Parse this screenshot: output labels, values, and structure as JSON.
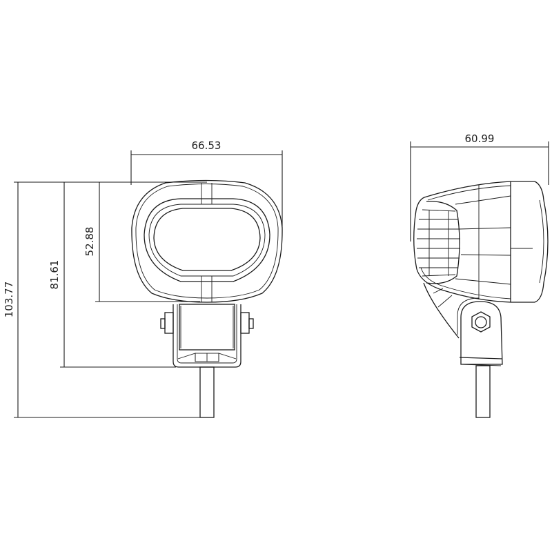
{
  "drawing": {
    "subject": "LED work light dimension drawing",
    "units": "mm",
    "line_color": "#1a1a1a",
    "background": "#ffffff"
  },
  "front_view": {
    "width_label": "66.53",
    "lens_height_label": "52.88",
    "height_to_bracket_label": "81.61",
    "overall_height_label": "103.77"
  },
  "side_view": {
    "depth_label": "60.99"
  }
}
